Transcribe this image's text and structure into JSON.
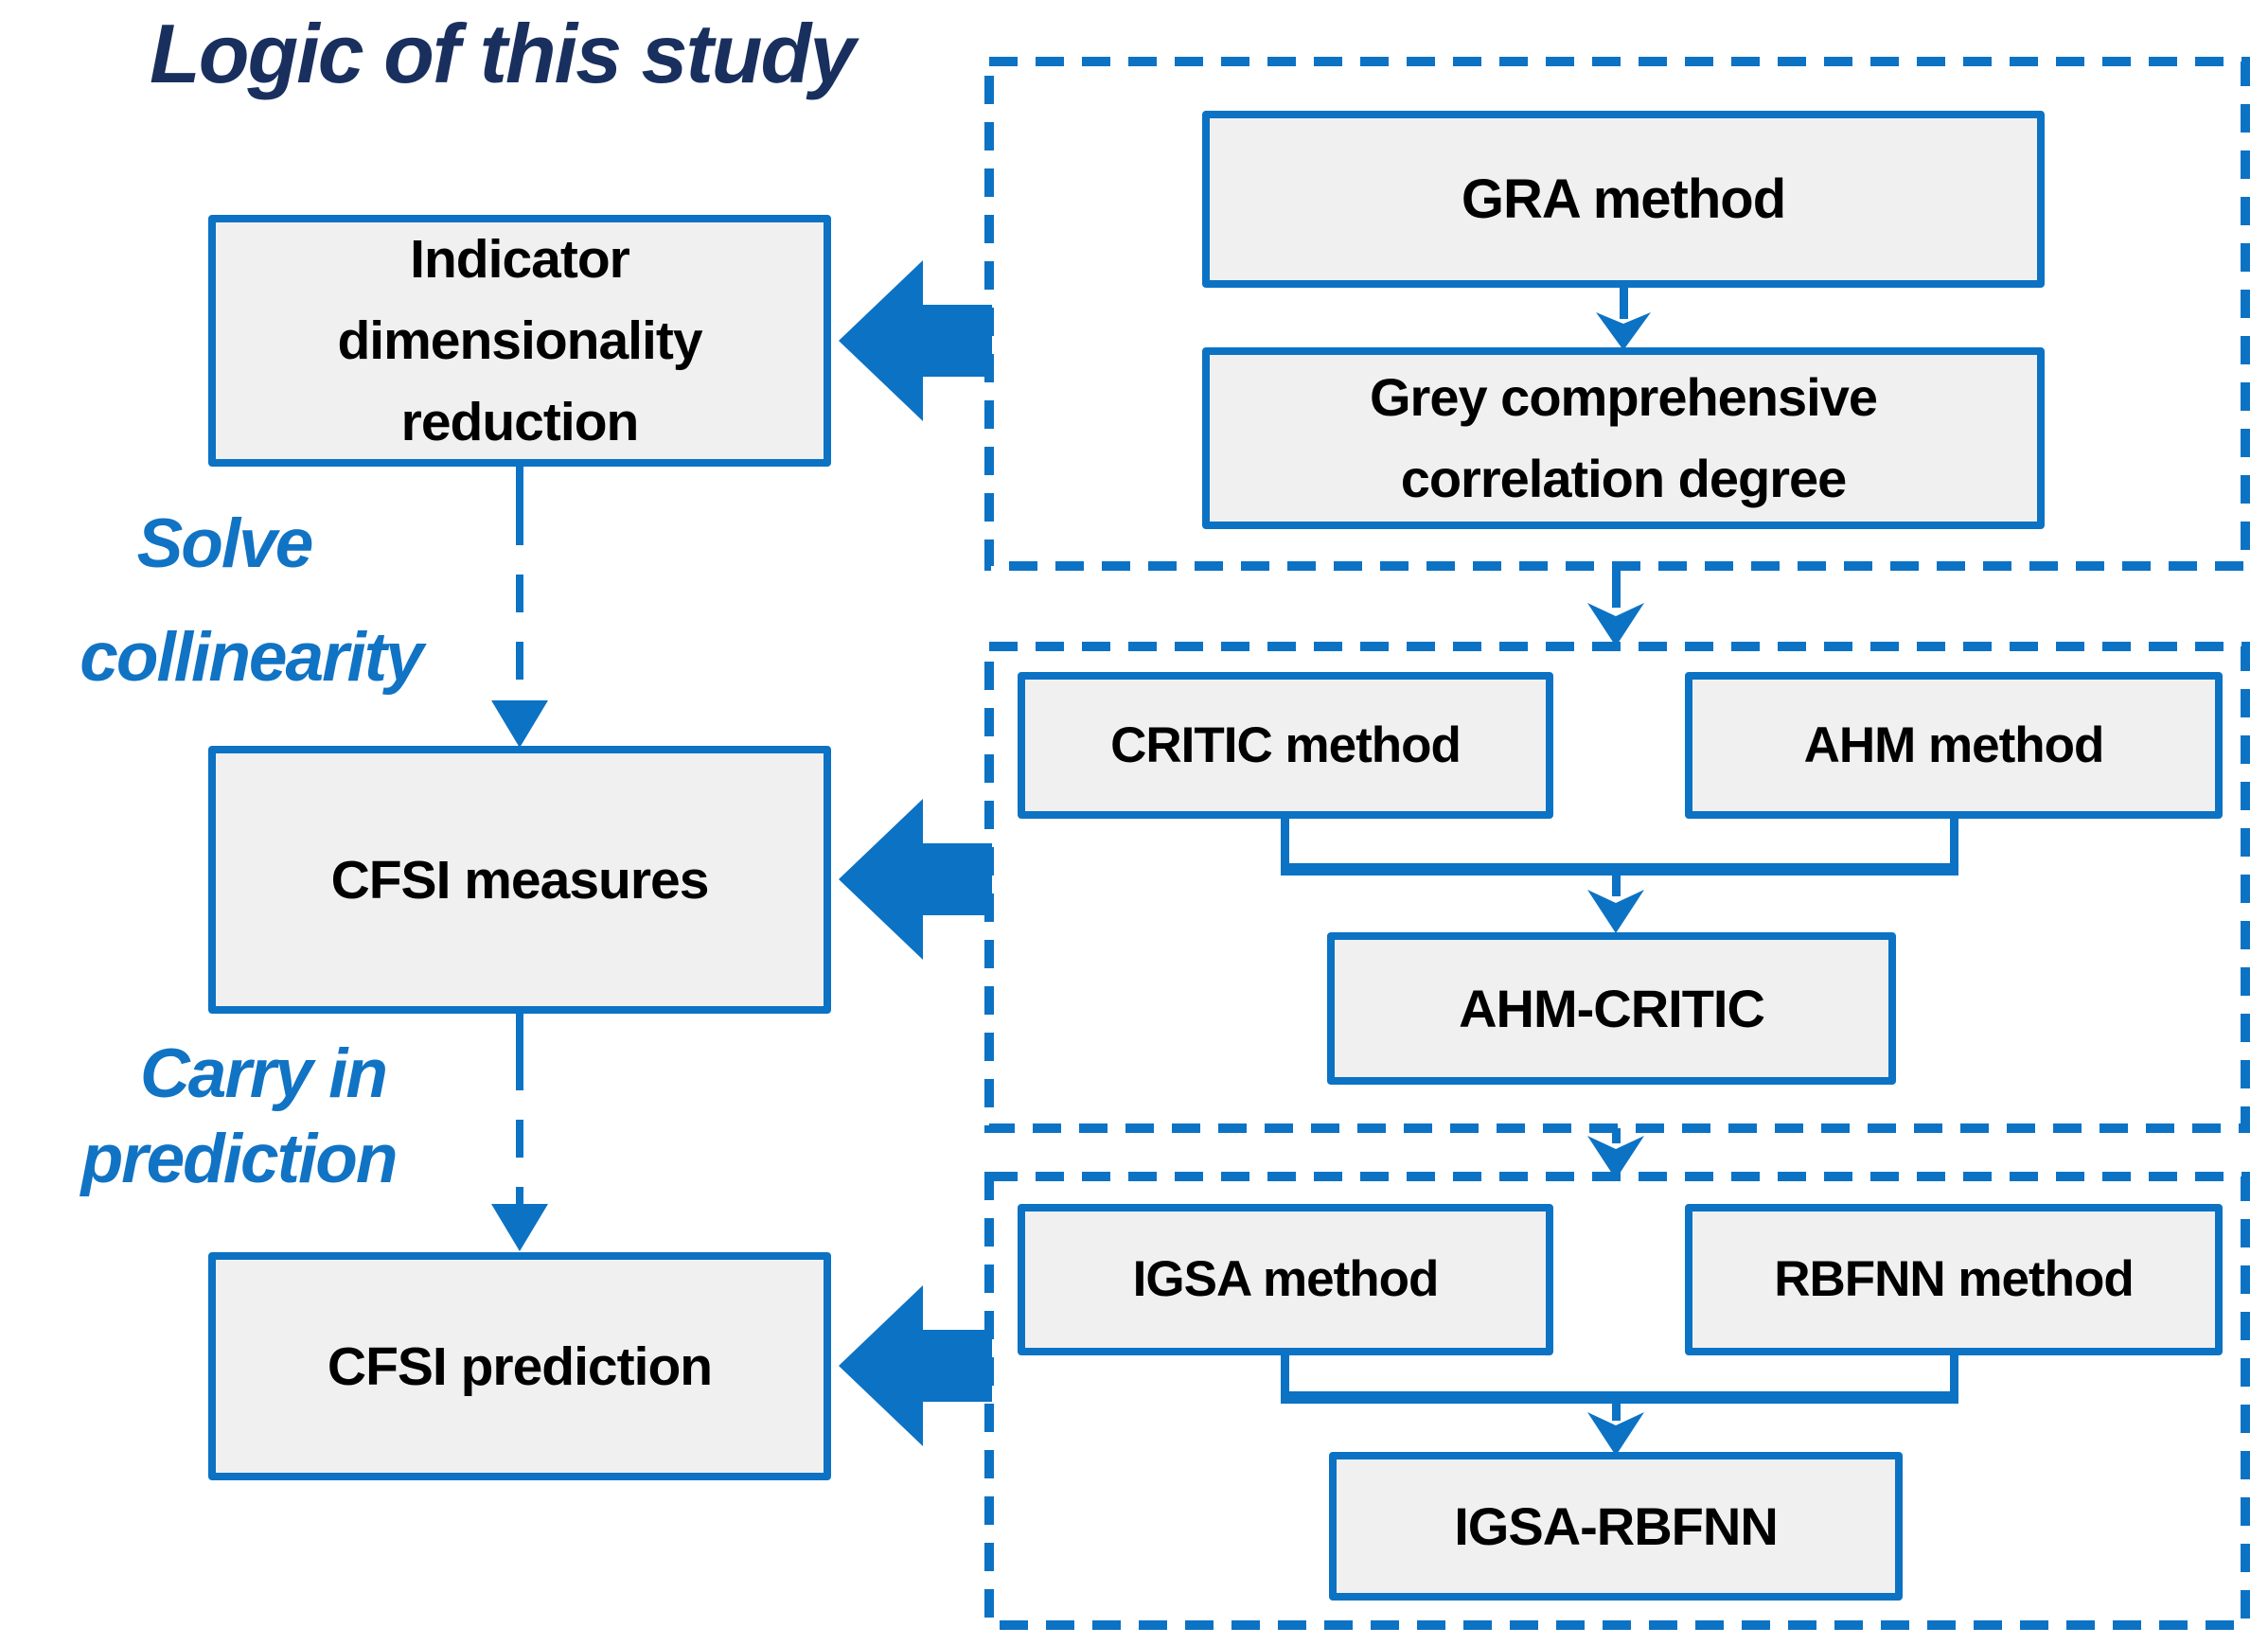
{
  "title": "Logic of this study",
  "colors": {
    "accent_blue": "#0C72C4",
    "title_navy": "#19305F",
    "box_fill": "#F0F0F0",
    "box_text": "#000000",
    "background": "#FFFFFF"
  },
  "left_column": {
    "boxes": [
      {
        "lines": [
          "Indicator",
          "dimensionality",
          "reduction"
        ]
      },
      {
        "lines": [
          "CFSI measures"
        ]
      },
      {
        "lines": [
          "CFSI prediction"
        ]
      }
    ],
    "notes": [
      {
        "lines": [
          "Solve",
          "collinearity"
        ]
      },
      {
        "lines": [
          "Carry in",
          "prediction"
        ]
      }
    ]
  },
  "groups": [
    {
      "name": "correlation-group",
      "boxes": [
        {
          "lines": [
            "GRA method"
          ]
        },
        {
          "lines": [
            "Grey comprehensive",
            "correlation degree"
          ]
        }
      ]
    },
    {
      "name": "weighting-group",
      "boxes": [
        {
          "lines": [
            "CRITIC method"
          ]
        },
        {
          "lines": [
            "AHM method"
          ]
        },
        {
          "lines": [
            "AHM-CRITIC"
          ]
        }
      ]
    },
    {
      "name": "prediction-group",
      "boxes": [
        {
          "lines": [
            "IGSA method"
          ]
        },
        {
          "lines": [
            "RBFNN method"
          ]
        },
        {
          "lines": [
            "IGSA-RBFNN"
          ]
        }
      ]
    }
  ]
}
